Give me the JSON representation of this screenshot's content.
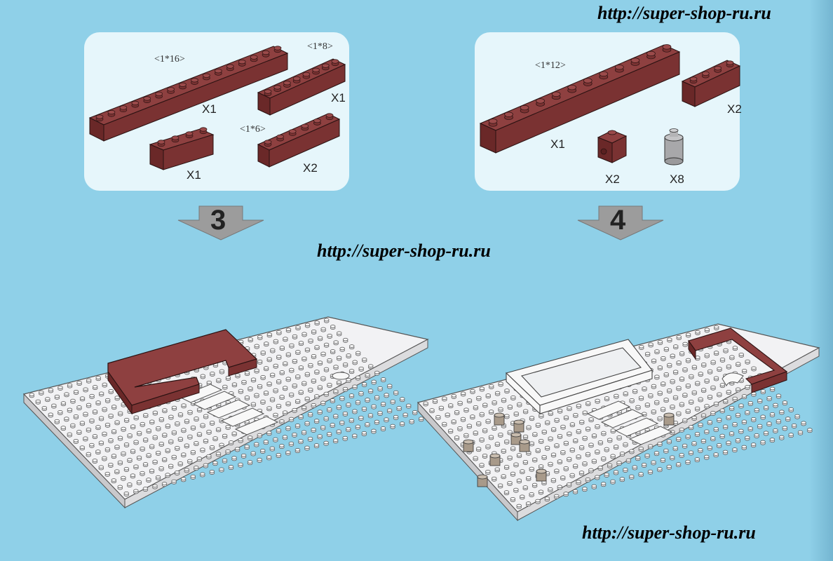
{
  "watermark": {
    "top_right": "http://super-shop-ru.ru",
    "middle": "http://super-shop-ru.ru",
    "bottom_right": "http://super-shop-ru.ru"
  },
  "step3": {
    "step_number": "3",
    "parts": [
      {
        "size": "<1*16>",
        "quantity": "X1",
        "color": "#7a3232"
      },
      {
        "size": "<1*8>",
        "quantity": "X1",
        "color": "#7a3232"
      },
      {
        "size": "",
        "quantity": "X1",
        "color": "#7a3232"
      },
      {
        "size": "<1*6>",
        "quantity": "X2",
        "color": "#7a3232"
      }
    ]
  },
  "step4": {
    "step_number": "4",
    "parts": [
      {
        "size": "<1*12>",
        "quantity": "X1",
        "color": "#7a3232"
      },
      {
        "size": "",
        "quantity": "X2",
        "color": "#7a3232"
      },
      {
        "size": "",
        "quantity": "X2",
        "color": "#7a3232"
      },
      {
        "size": "",
        "quantity": "X8",
        "color": "#a8a8aa"
      }
    ]
  },
  "colors": {
    "background": "#8fd0e8",
    "panel": "#e6f6fb",
    "brick": "#7a3232",
    "baseplate": "#f2f2f4",
    "arrow": "#9c9c9c"
  }
}
